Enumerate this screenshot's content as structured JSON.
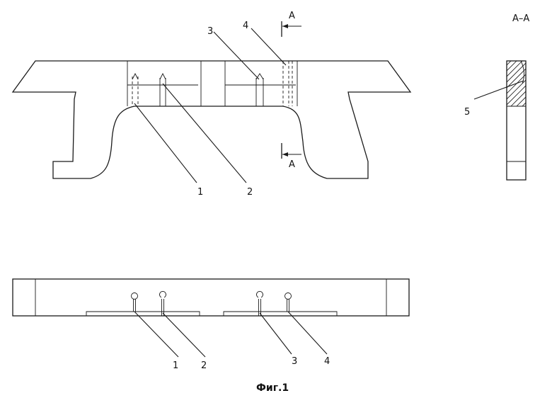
{
  "figure_caption": "Фиг.1",
  "section_title": "А–А",
  "section_arrow_label": "А",
  "callouts": {
    "c1": "1",
    "c2": "2",
    "c3": "3",
    "c4": "4",
    "c5": "5"
  },
  "bottom_callouts": {
    "c1": "1",
    "c2": "2",
    "c3": "3",
    "c4": "4"
  }
}
